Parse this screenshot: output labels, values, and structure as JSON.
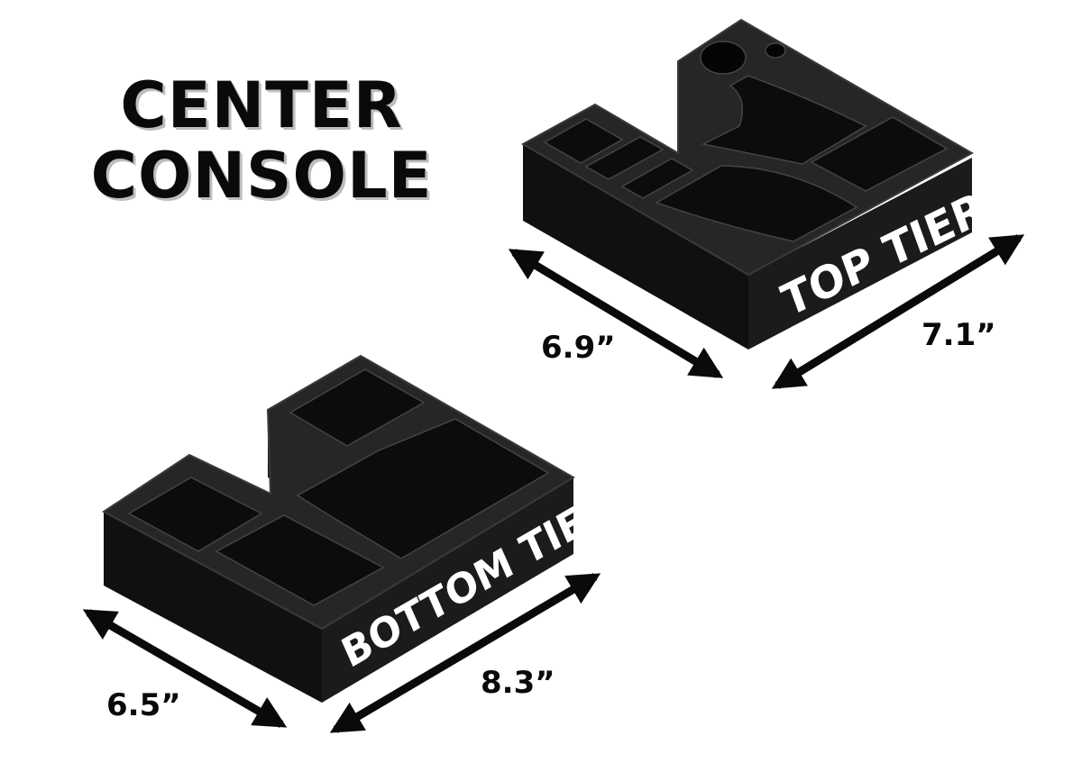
{
  "title": {
    "line1": "CENTER",
    "line2": "CONSOLE"
  },
  "top_tier": {
    "label": "TOP TIER",
    "depth": "6.9”",
    "width": "7.1”"
  },
  "bottom_tier": {
    "label": "BOTTOM TIER",
    "depth": "6.5”",
    "width": "8.3”"
  },
  "colors": {
    "plastic": "#161616",
    "plastic_top": "#2a2a2a",
    "plastic_edge": "#3a3a3a",
    "label_text": "#ffffff",
    "arrow": "#0a0a0a"
  }
}
